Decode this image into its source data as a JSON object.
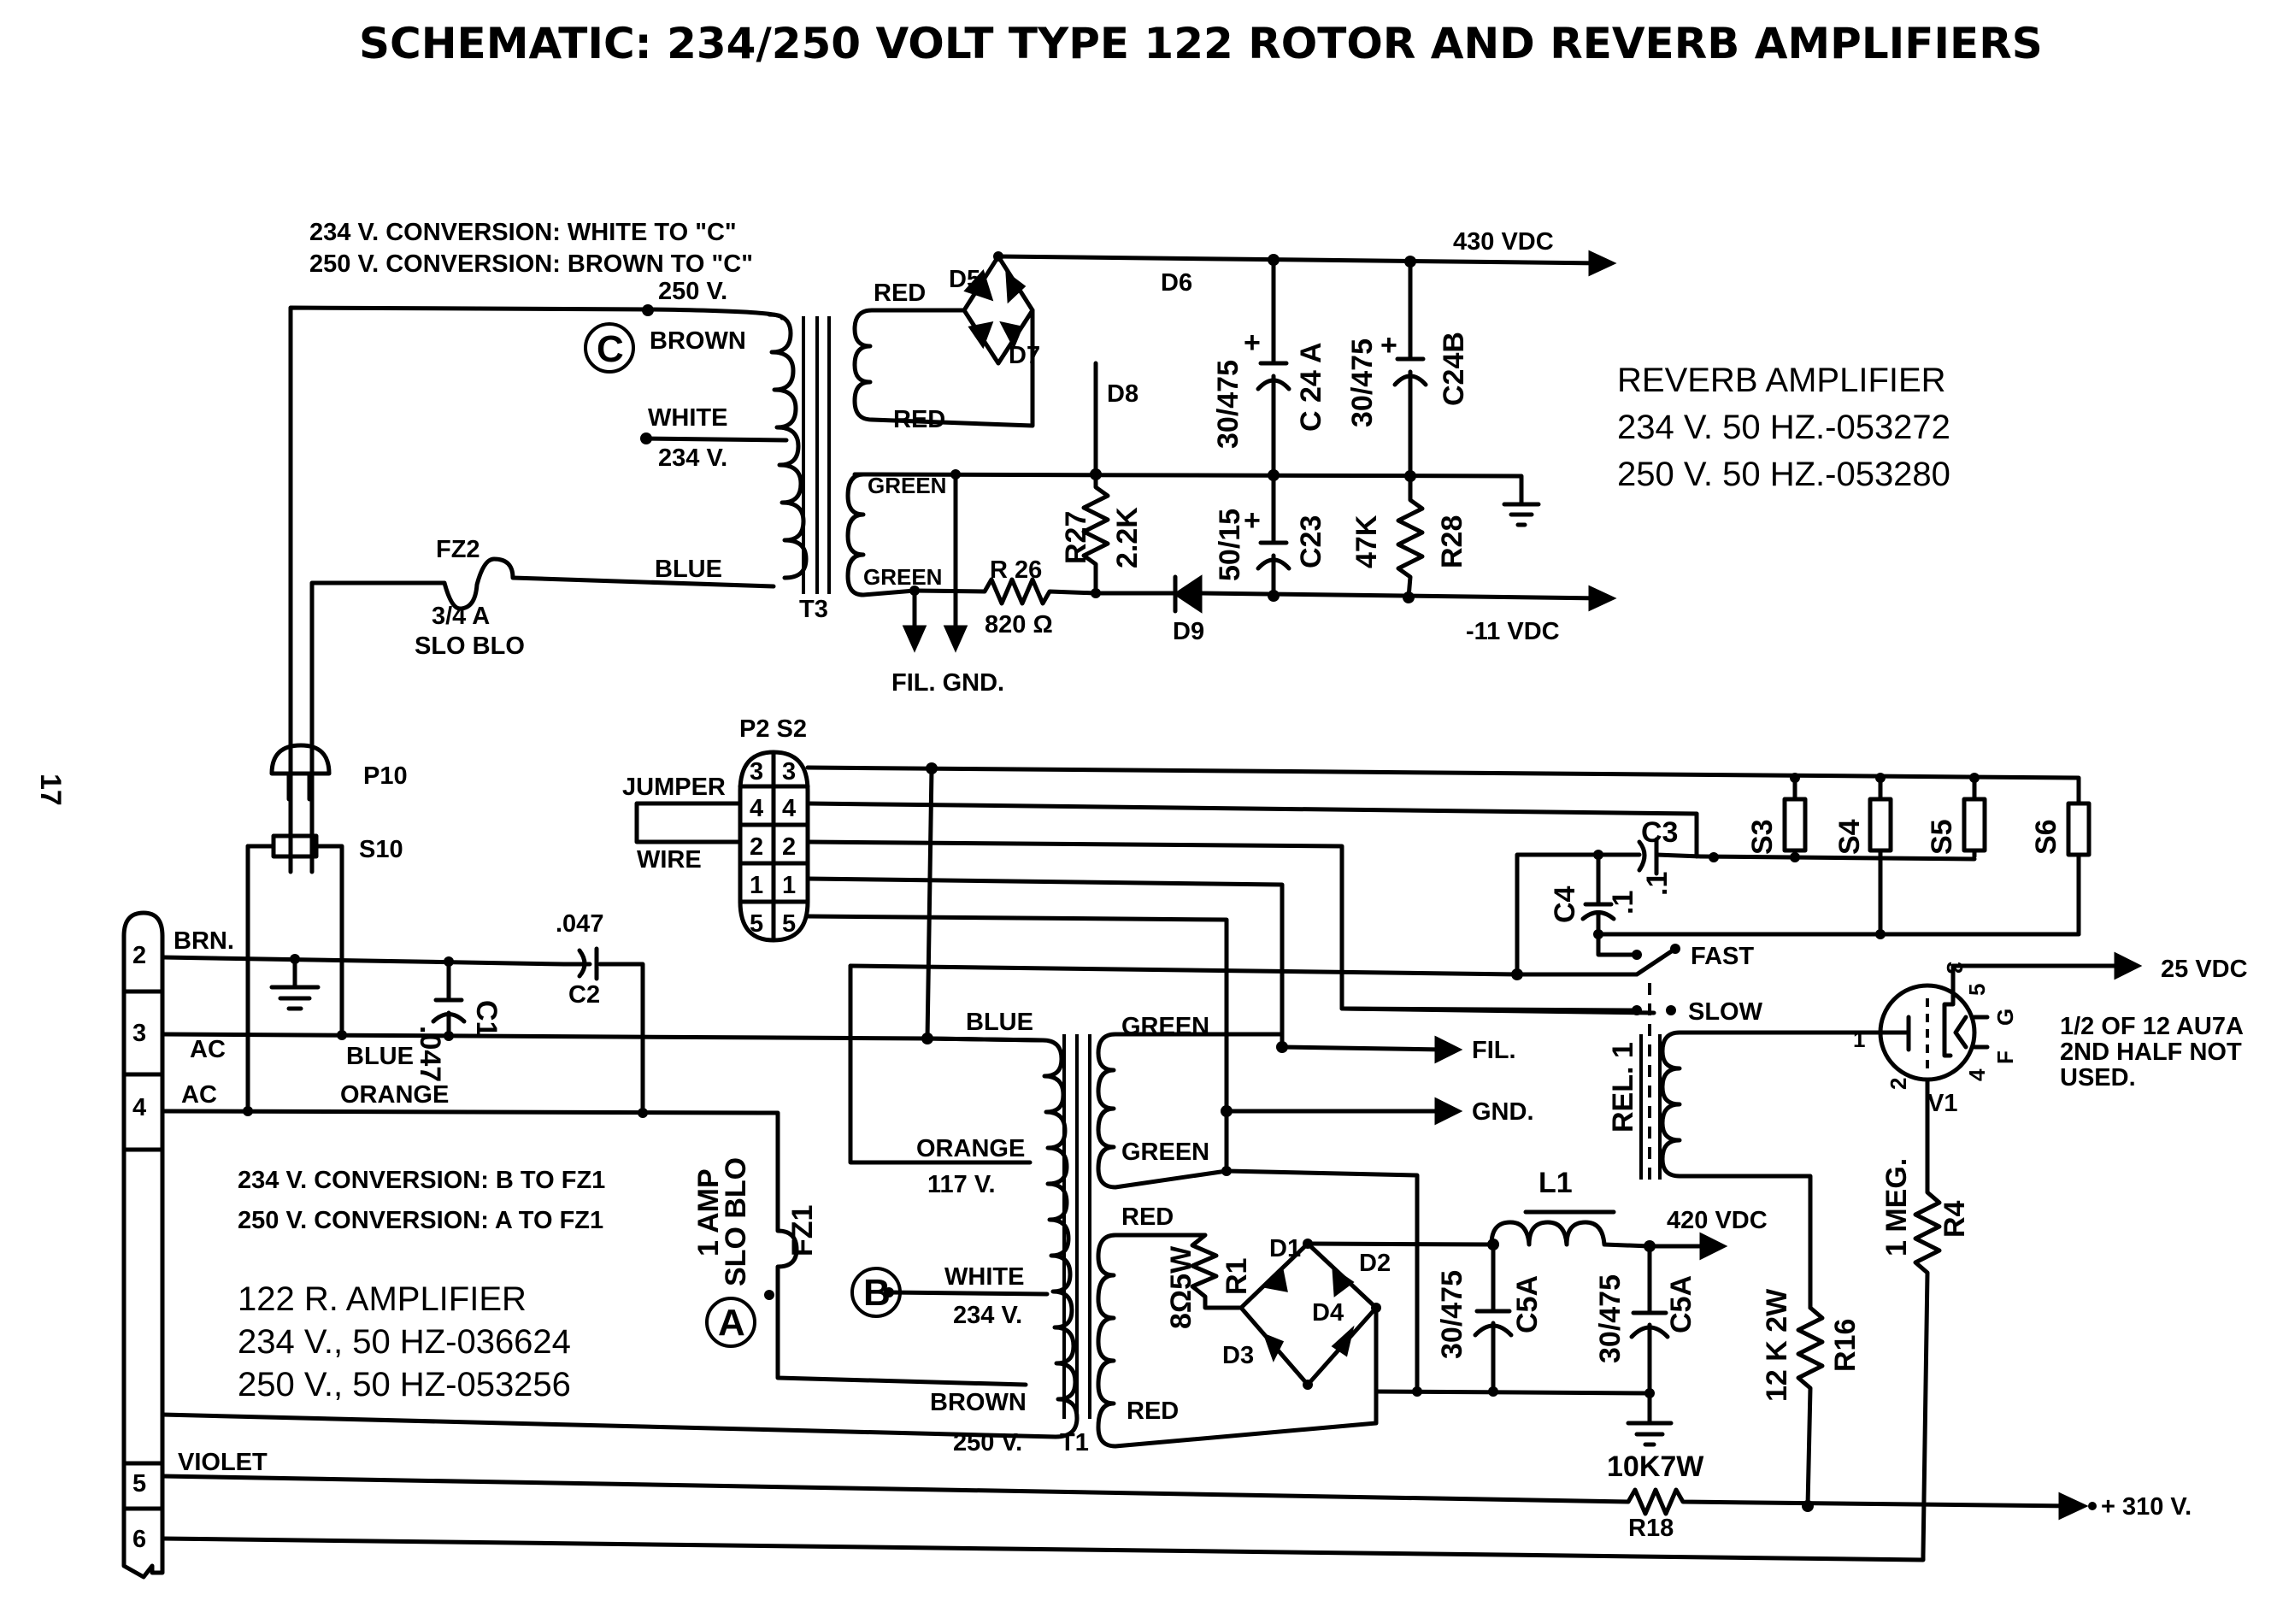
{
  "title": "SCHEMATIC: 234/250  VOLT TYPE 122 ROTOR AND REVERB AMPLIFIERS",
  "page_number": "17",
  "reverb_section": {
    "conversion_notes": [
      "234 V. CONVERSION: WHITE TO \"C\"",
      "250 V. CONVERSION: BROWN TO \"C\""
    ],
    "info": {
      "name": "REVERB AMPLIFIER",
      "lines": [
        "234 V. 50 HZ.-053272",
        "250 V. 50 HZ.-053280"
      ]
    },
    "transformer": {
      "ref": "T3",
      "primary_labels": [
        "250 V.",
        "BROWN",
        "WHITE",
        "234 V.",
        "BLUE"
      ],
      "secondary_labels": [
        "RED",
        "RED",
        "GREEN",
        "GREEN"
      ],
      "tap_marker": "C"
    },
    "fuse": {
      "ref": "FZ2",
      "rating": "3/4 A",
      "type": "SLO BLO"
    },
    "diodes": [
      "D5",
      "D6",
      "D7",
      "D8",
      "D9"
    ],
    "capacitors": [
      {
        "ref": "C 24 A",
        "value": "30/475"
      },
      {
        "ref": "C24B",
        "value": "30/475"
      },
      {
        "ref": "C23",
        "value": "50/15"
      }
    ],
    "resistors": [
      {
        "ref": "R27",
        "value": "2.2K"
      },
      {
        "ref": "R 26",
        "value": "820 Ω"
      },
      {
        "ref": "R28",
        "value": "47K"
      }
    ],
    "outputs": [
      "430 VDC",
      "-11 VDC"
    ],
    "fil_gnd": "FIL. GND.",
    "plug": "P10",
    "socket": "S10"
  },
  "rotor_section": {
    "conversion_notes": [
      "234 V. CONVERSION: B TO FZ1",
      "250 V. CONVERSION: A TO FZ1"
    ],
    "info": {
      "name": "122 R. AMPLIFIER",
      "lines": [
        "234 V., 50 HZ-036624",
        "250 V., 50 HZ-053256"
      ]
    },
    "connector": {
      "ref": "P2 S2",
      "pins_left": [
        "3",
        "4",
        "2",
        "1",
        "5"
      ],
      "pins_right": [
        "3",
        "4",
        "2",
        "1",
        "5"
      ],
      "jumper_label": [
        "JUMPER",
        "WIRE"
      ]
    },
    "terminal_strip": {
      "pins": [
        "2",
        "3",
        "4",
        "5",
        "6"
      ],
      "wire_labels": [
        "BRN.",
        "AC",
        "AC",
        "VIOLET"
      ],
      "color_labels": [
        "BLUE",
        "ORANGE"
      ]
    },
    "caps_input": [
      {
        "ref": "C1",
        "value": ".047"
      },
      {
        "ref": "C2",
        "value": ".047"
      }
    ],
    "fuse": {
      "ref": "FZ1",
      "rating": "1 AMP",
      "type": "SLO BLO"
    },
    "markers": [
      "A",
      "B"
    ],
    "transformer": {
      "ref": "T1",
      "primary_labels": [
        "BLUE",
        "ORANGE",
        "117 V.",
        "WHITE",
        "234 V.",
        "BROWN",
        "250 V."
      ],
      "secondary_labels": [
        "GREEN",
        "GREEN",
        "RED",
        "RED"
      ]
    },
    "filament_outputs": [
      "FIL.",
      "GND."
    ],
    "resistors": [
      {
        "ref": "R1",
        "value": "8Ω5W"
      },
      {
        "ref": "R16",
        "value": "12 K 2W"
      },
      {
        "ref": "R4",
        "value": "1 MEG."
      },
      {
        "ref": "R18",
        "value": "10K7W"
      }
    ],
    "diodes": [
      "D1",
      "D2",
      "D3",
      "D4"
    ],
    "filter_caps": [
      {
        "ref": "C5A",
        "value": "30/475"
      },
      {
        "ref": "C5A",
        "value": "30/475"
      }
    ],
    "choke": "L1",
    "switches": [
      "S3",
      "S4",
      "S5",
      "S6"
    ],
    "speed_caps": [
      {
        "ref": "C3",
        "value": ".1"
      },
      {
        "ref": "C4",
        "value": ".1"
      }
    ],
    "relay": {
      "ref": "REL. 1",
      "positions": [
        "FAST",
        "SLOW"
      ]
    },
    "tube": {
      "ref": "V1",
      "pins": [
        "3",
        "1",
        "2",
        "5",
        "4"
      ],
      "heater_labels": [
        "G",
        "F"
      ],
      "note": [
        "1/2 OF 12 AU7A",
        "2ND HALF NOT",
        "USED."
      ]
    },
    "outputs": [
      "420 VDC",
      "25 VDC",
      "+ 310 V."
    ]
  }
}
